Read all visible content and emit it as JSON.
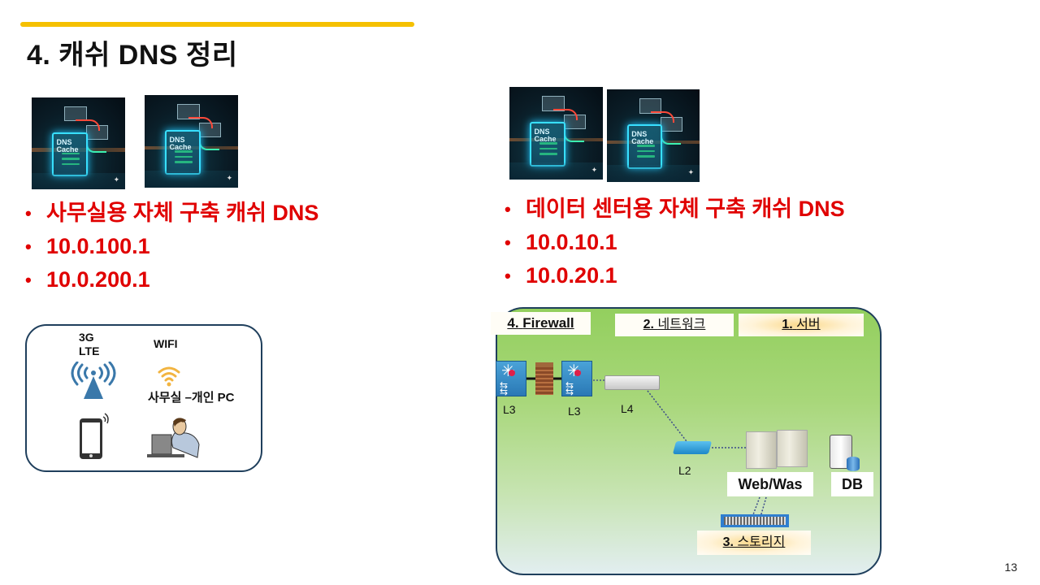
{
  "slide": {
    "title": "4. 캐쉬 DNS 정리",
    "page_number": "13",
    "accent_color": "#f5c000",
    "bullet_color": "#e00000"
  },
  "office_dns": {
    "image_label": "DNS Cache",
    "bullets": [
      "사무실용 자체 구축 캐쉬 DNS",
      "10.0.100.1",
      "10.0.200.1"
    ]
  },
  "datacenter_dns": {
    "image_label": "DNS Cache",
    "bullets": [
      "데이터 센터용 자체 구축 캐쉬 DNS",
      "10.0.10.1",
      "10.0.20.1"
    ]
  },
  "mobile_diagram": {
    "cell_label_line1": "3G",
    "cell_label_line2": "LTE",
    "wifi_label": "WIFI",
    "pc_label": "사무실 –개인 PC",
    "icons": [
      "cell-tower-icon",
      "wifi-icon",
      "smartphone-icon",
      "person-laptop-icon"
    ]
  },
  "dc_diagram": {
    "sections": [
      {
        "num": "4.",
        "label": "Firewall"
      },
      {
        "num": "2.",
        "label": "네트워크"
      },
      {
        "num": "1.",
        "label": "서버"
      },
      {
        "num": "3.",
        "label": "스토리지"
      }
    ],
    "devices": {
      "l3_a": "L3",
      "l3_b": "L3",
      "l4": "L4",
      "l2": "L2"
    },
    "servers": {
      "web": "Web/Was",
      "db": "DB"
    }
  }
}
